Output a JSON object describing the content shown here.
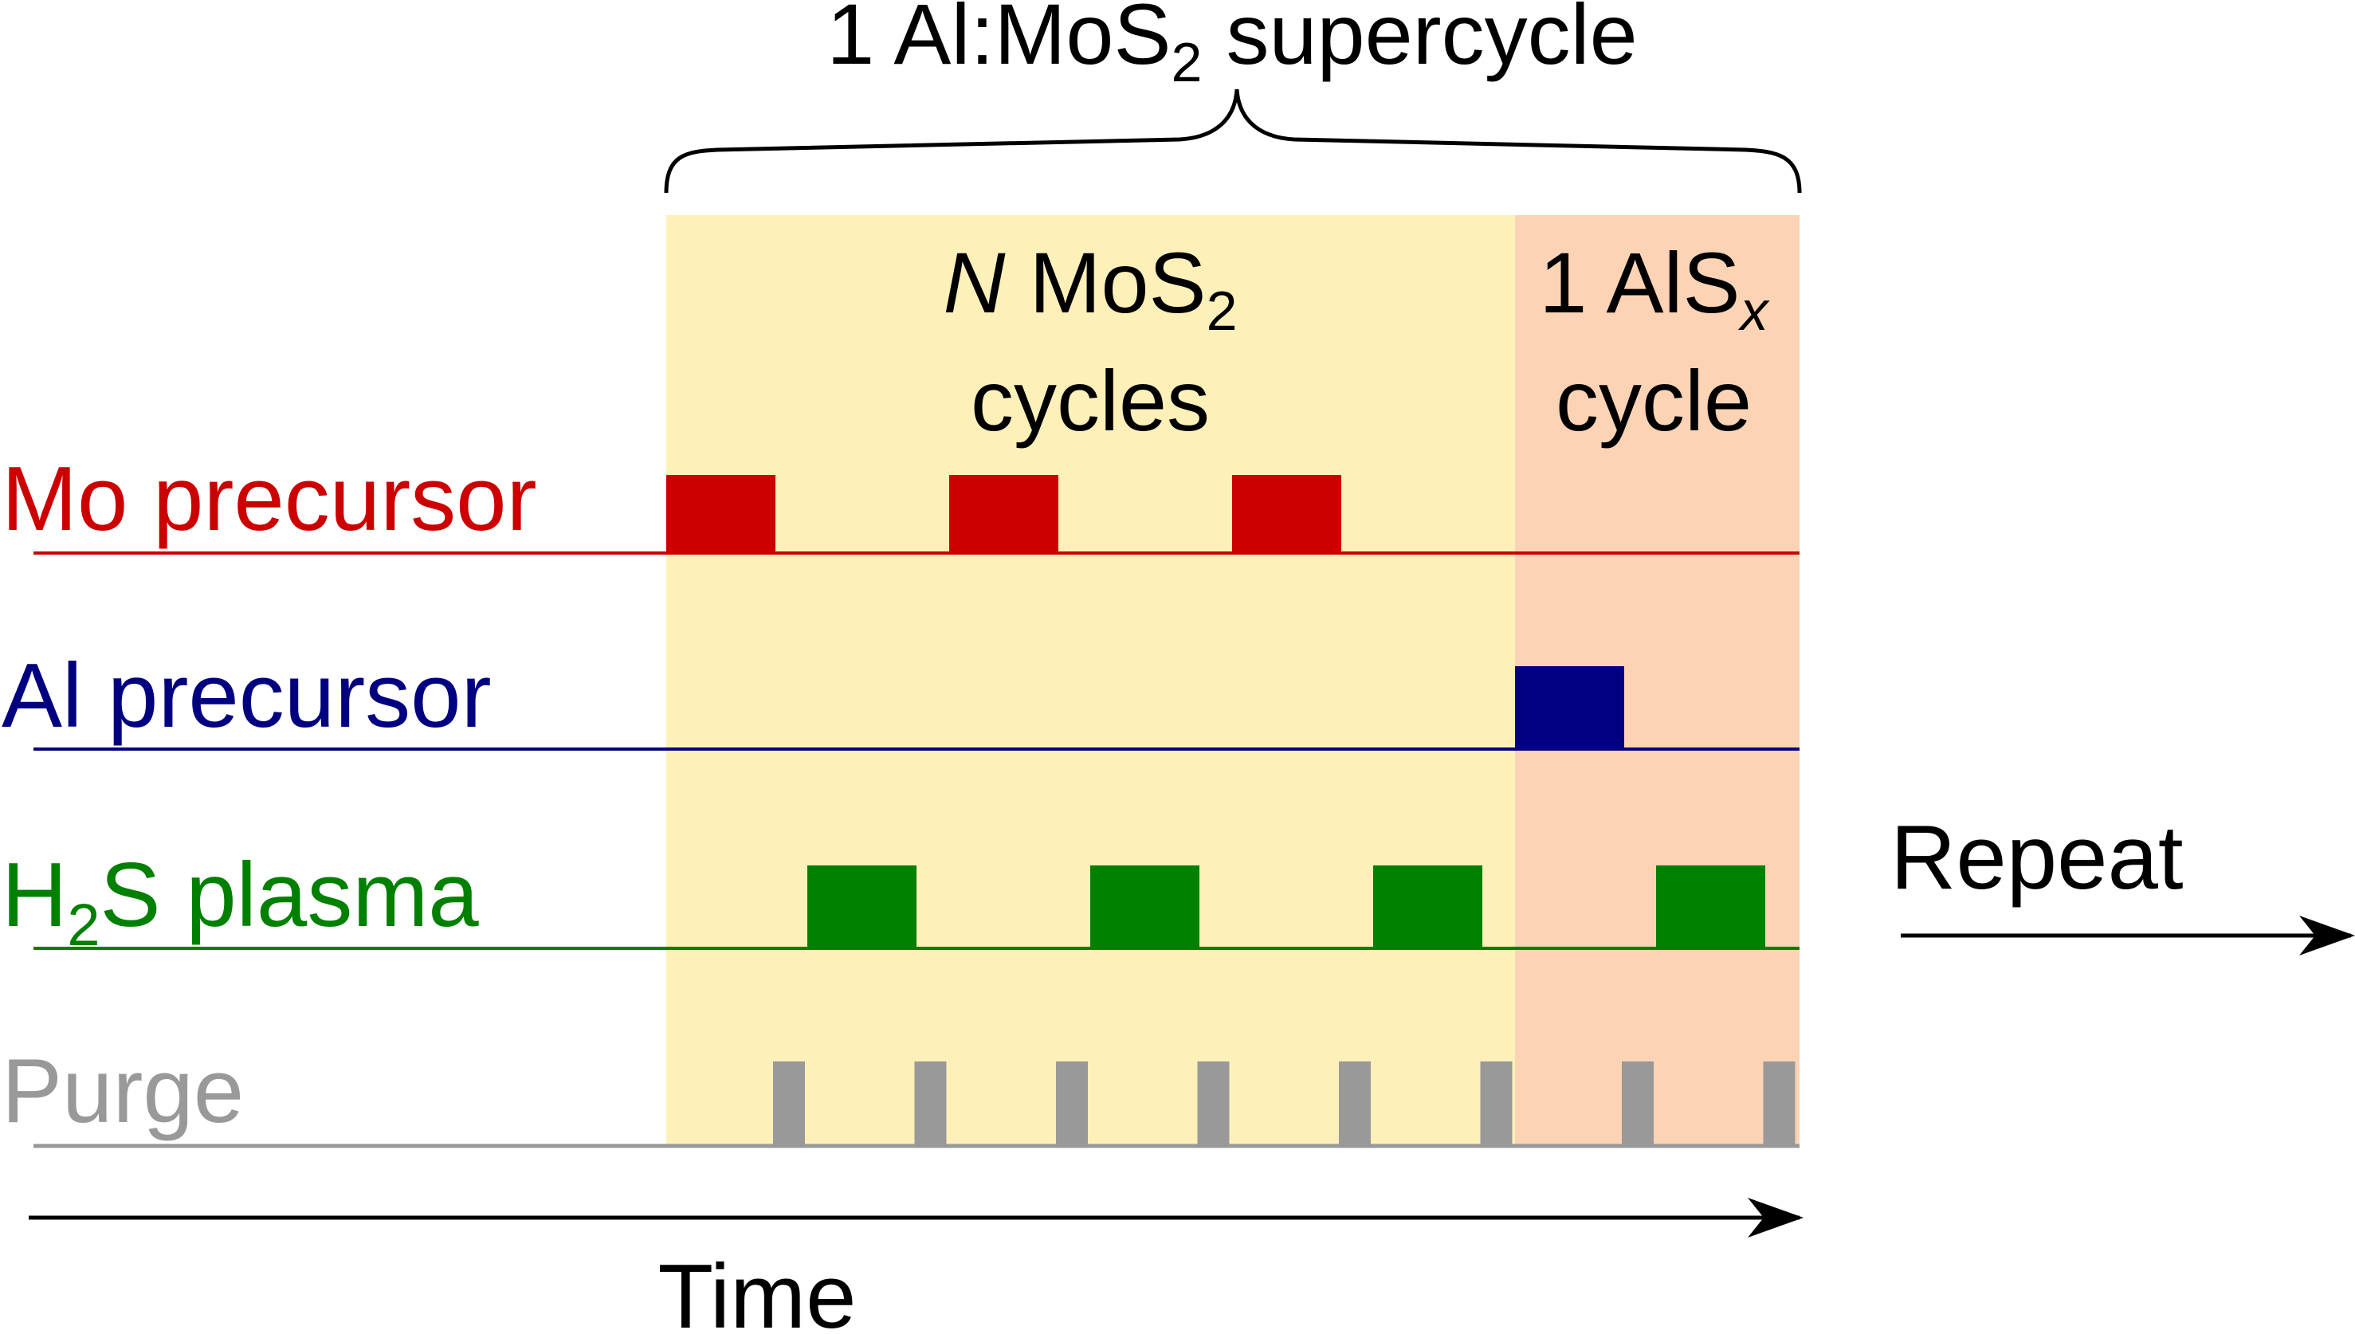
{
  "title": {
    "prefix": "1 Al:MoS",
    "sub": "2",
    "suffix": " supercycle"
  },
  "regions": {
    "mos2": {
      "line1_italic": "N",
      "line1_text": " MoS",
      "line1_sub": "2",
      "line2": "cycles",
      "color": "#fdf0b8"
    },
    "alsx": {
      "line1_text": "1 AlS",
      "line1_sub": "x",
      "line2": "cycle",
      "color": "#fcd3b4"
    }
  },
  "rows": [
    {
      "key": "mo",
      "label": "Mo precursor",
      "color": "#cc0000"
    },
    {
      "key": "al",
      "label": "Al precursor",
      "color": "#000080"
    },
    {
      "key": "h2s",
      "label_pre": "H",
      "label_sub": "2",
      "label_post": "S plasma",
      "color": "#008000"
    },
    {
      "key": "purge",
      "label": "Purge",
      "color": "#999999"
    }
  ],
  "pulses": {
    "mo": [
      0,
      1,
      2
    ],
    "al": [
      3
    ],
    "h2s": [
      0,
      1,
      2,
      3
    ],
    "purge_count": 8
  },
  "time_label": "Time",
  "repeat_label": "Repeat",
  "arrow_color": "#000000"
}
